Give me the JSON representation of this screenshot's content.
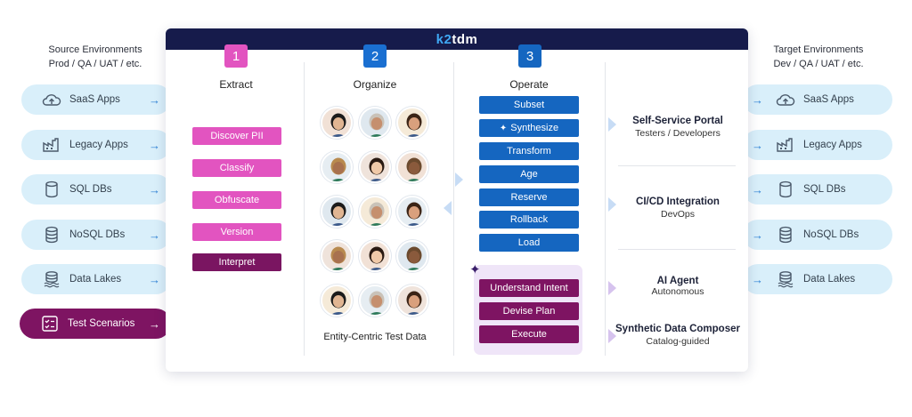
{
  "source": {
    "title_line1": "Source Environments",
    "title_line2": "Prod / QA / UAT / etc."
  },
  "target": {
    "title_line1": "Target Environments",
    "title_line2": "Dev / QA / UAT / etc."
  },
  "environments": [
    {
      "label": "SaaS Apps",
      "icon": "cloud-upload-icon"
    },
    {
      "label": "Legacy Apps",
      "icon": "factory-icon"
    },
    {
      "label": "SQL DBs",
      "icon": "database-icon"
    },
    {
      "label": "NoSQL DBs",
      "icon": "stacked-database-icon"
    },
    {
      "label": "Data Lakes",
      "icon": "data-lake-icon"
    }
  ],
  "test_scenarios": {
    "label": "Test Scenarios",
    "icon": "checklist-icon"
  },
  "logo": {
    "prefix": "k2",
    "suffix": "tdm"
  },
  "columns": {
    "extract": {
      "number": "1",
      "title": "Extract",
      "color": "#e254c0",
      "steps": [
        "Discover PII",
        "Classify",
        "Obfuscate",
        "Version",
        "Interpret"
      ]
    },
    "organize": {
      "number": "2",
      "title": "Organize",
      "color": "#1a6fd1",
      "caption": "Entity-Centric Test Data"
    },
    "operate": {
      "number": "3",
      "title": "Operate",
      "color": "#1566c0",
      "steps": [
        "Subset",
        "Synthesize",
        "Transform",
        "Age",
        "Reserve",
        "Rollback",
        "Load"
      ],
      "ai_steps": [
        "Understand Intent",
        "Devise Plan",
        "Execute"
      ]
    }
  },
  "consumers": [
    {
      "title": "Self-Service Portal",
      "subtitle": "Testers / Developers"
    },
    {
      "title": "CI/CD Integration",
      "subtitle": "DevOps"
    },
    {
      "title": "AI Agent",
      "subtitle": "Autonomous"
    },
    {
      "title": "Synthetic Data Composer",
      "subtitle": "Catalog-guided"
    }
  ],
  "colors": {
    "accent_pink": "#e254c0",
    "plum": "#7e1462",
    "blue": "#1566c0",
    "navy": "#161b4b",
    "pill_bg": "#d9effa"
  }
}
